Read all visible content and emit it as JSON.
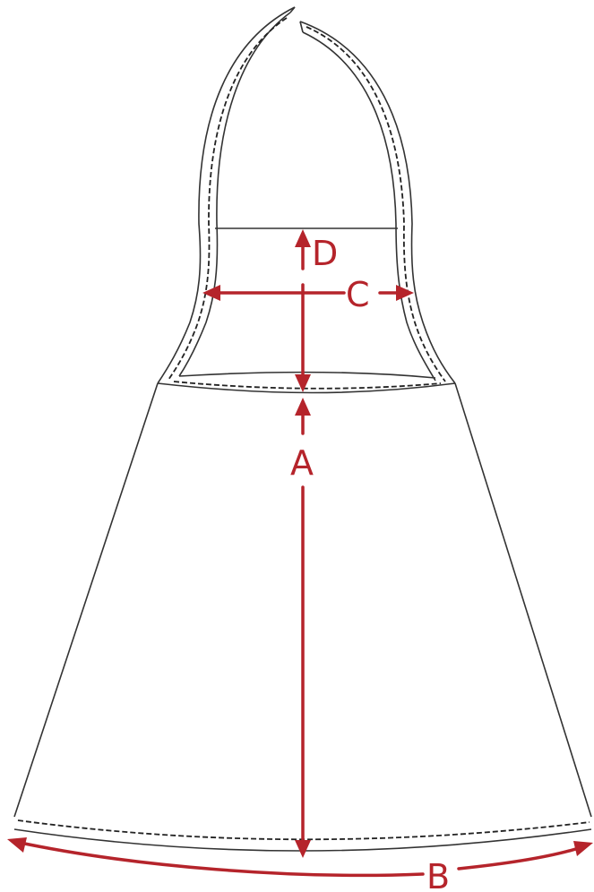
{
  "diagram": {
    "labels": {
      "A": "A",
      "B": "B",
      "C": "C",
      "D": "D"
    },
    "colors": {
      "measurement": "#b5242b",
      "outline": "#333333",
      "background": "#ffffff"
    }
  }
}
